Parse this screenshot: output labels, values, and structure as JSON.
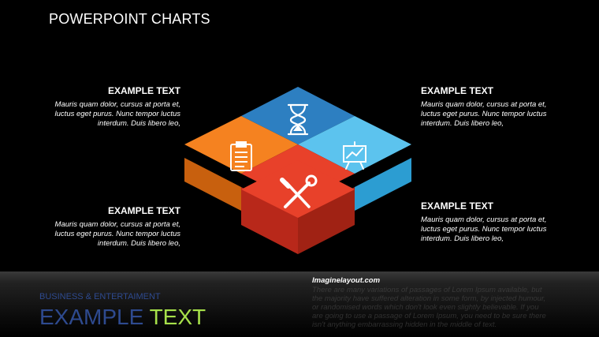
{
  "title": "POWERPOINT CHARTS",
  "blocks": {
    "top_left": {
      "heading": "EXAMPLE TEXT",
      "body": "Mauris quam dolor, cursus at porta et, luctus eget purus. Nunc tempor luctus interdum. Duis libero leo,"
    },
    "top_right": {
      "heading": "EXAMPLE TEXT",
      "body": "Mauris quam dolor, cursus at porta et, luctus eget purus. Nunc tempor luctus interdum. Duis libero leo,"
    },
    "bottom_left": {
      "heading": "EXAMPLE TEXT",
      "body": "Mauris quam dolor, cursus at porta et, luctus eget purus. Nunc tempor luctus interdum. Duis libero leo,"
    },
    "bottom_right": {
      "heading": "EXAMPLE TEXT",
      "body": "Mauris quam dolor, cursus at porta et, luctus eget purus. Nunc tempor luctus interdum. Duis libero leo,"
    }
  },
  "tiles": [
    {
      "name": "hourglass",
      "icon": "hourglass-icon",
      "color": "#2d7fc1",
      "side": "#1d5f94"
    },
    {
      "name": "presentation",
      "icon": "presentation-board-icon",
      "color": "#5cc3ee",
      "side": "#2c9dd2"
    },
    {
      "name": "clipboard",
      "icon": "clipboard-icon",
      "color": "#f58220",
      "side": "#c8600e"
    },
    {
      "name": "tools",
      "icon": "wrench-screwdriver-icon",
      "color": "#e8412a",
      "side": "#b8281a"
    }
  ],
  "footer": {
    "subtitle": "BUSINESS & ENTERTAIMENT",
    "big_word1": "EXAMPLE",
    "big_word2": "TEXT",
    "site": "Imaginelayout.com",
    "paragraph": "There are many variations of passages of Lorem Ipsum available, but the majority have suffered alteration in some form, by injected humour, or randomised words which don't look even slightly believable. If you are going to use a passage of Lorem Ipsum, you need to be sure there isn't anything embarrassing hidden in the middle of text."
  }
}
